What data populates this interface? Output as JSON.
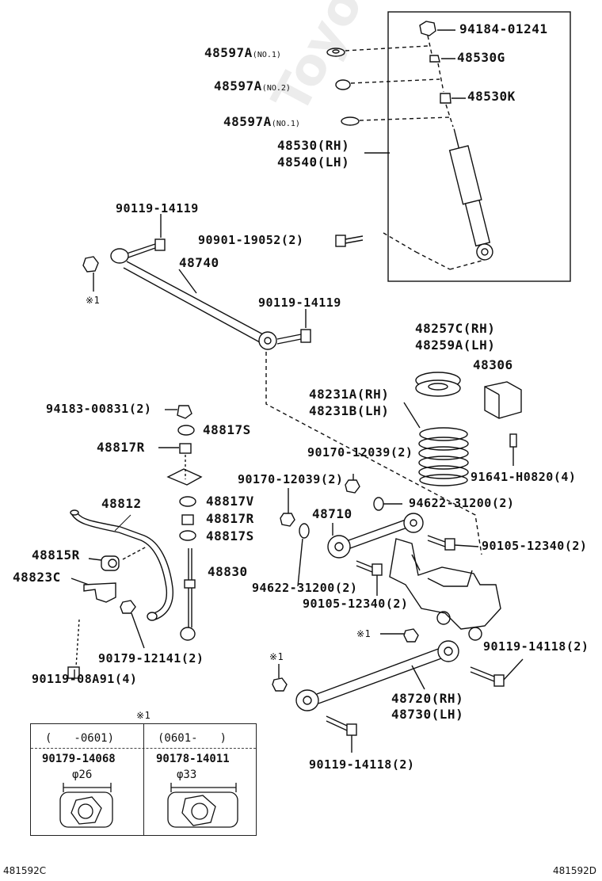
{
  "watermark": "ToyotaCarMine.ru",
  "shock_group": {
    "nut": "94184-01241",
    "washer_g": "48530G",
    "washer_k": "48530K",
    "cushion_no1_top": "48597A",
    "cushion_no1_top_note": "(NO.1)",
    "cushion_no2": "48597A",
    "cushion_no2_note": "(NO.2)",
    "cushion_no1_bot": "48597A",
    "cushion_no1_bot_note": "(NO.1)",
    "absorber_rh": "48530(RH)",
    "absorber_lh": "48540(LH)"
  },
  "labels": {
    "bolt_upper": "90119-14119",
    "bolt_shock": "90901-19052(2)",
    "lateral_rod": "48740",
    "note_x1_a": "※1",
    "bolt_lateral": "90119-14119",
    "insulator_rh": "48257C(RH)",
    "insulator_lh": "48259A(LH)",
    "bumper": "48306",
    "spring_rh": "48231A(RH)",
    "spring_lh": "48231B(LH)",
    "nut_stab": "94183-00831(2)",
    "cushion_s1": "48817S",
    "retainer_r1": "48817R",
    "nut_9017_a": "90170-12039(2)",
    "bolt_91641": "91641-H0820(4)",
    "nut_9017_b": "90170-12039(2)",
    "washer_94622_a": "94622-31200(2)",
    "stab_bar": "48812",
    "cushion_v": "48817V",
    "retainer_r2": "48817R",
    "cushion_s2": "48817S",
    "upper_arm": "48710",
    "bolt_90105_a": "90105-12340(2)",
    "bushing": "48815R",
    "link": "48830",
    "bracket": "48823C",
    "washer_94622_b": "94622-31200(2)",
    "bolt_90105_b": "90105-12340(2)",
    "note_x1_b": "※1",
    "bolt_90119_a": "90119-14118(2)",
    "nut_90179": "90179-12141(2)",
    "bolt_90119_08": "90119-08A91(4)",
    "note_x1_c": "※1",
    "lower_arm_rh": "48720(RH)",
    "lower_arm_lh": "48730(LH)",
    "bolt_90119_b": "90119-14118(2)",
    "inset_note": "※1"
  },
  "inset": {
    "col1_period": "(　　-0601)",
    "col2_period": "(0601-　　)",
    "col1_part": "90179-14068",
    "col2_part": "90178-14011",
    "col1_dia": "φ26",
    "col2_dia": "φ33"
  },
  "footer": {
    "left_code": "481592C",
    "right_code": "481592D"
  }
}
